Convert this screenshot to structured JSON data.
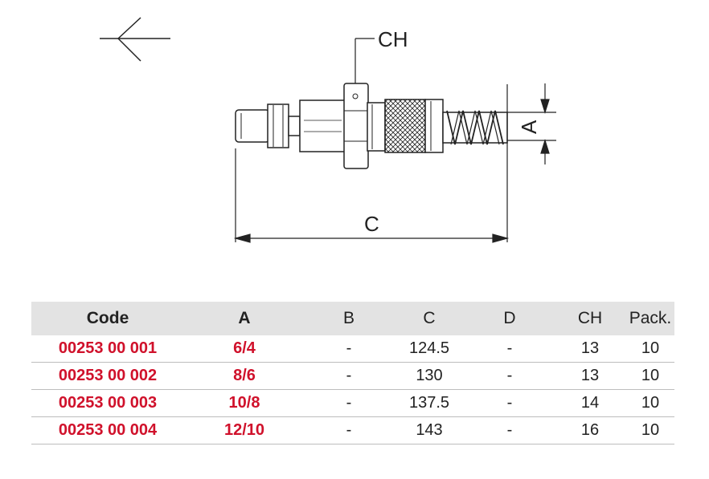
{
  "drawing": {
    "labels": {
      "ch": "CH",
      "a": "A",
      "c": "C"
    },
    "line_color": "#222222"
  },
  "table": {
    "headers": [
      "Code",
      "A",
      "B",
      "C",
      "D",
      "CH",
      "Pack."
    ],
    "rows": [
      [
        "00253 00 001",
        "6/4",
        "-",
        "124.5",
        "-",
        "13",
        "10"
      ],
      [
        "00253 00 002",
        "8/6",
        "-",
        "130",
        "-",
        "13",
        "10"
      ],
      [
        "00253 00 003",
        "10/8",
        "-",
        "137.5",
        "-",
        "14",
        "10"
      ],
      [
        "00253 00 004",
        "12/10",
        "-",
        "143",
        "-",
        "16",
        "10"
      ]
    ],
    "header_bg": "#e3e3e3",
    "accent_color": "#d0112b"
  }
}
